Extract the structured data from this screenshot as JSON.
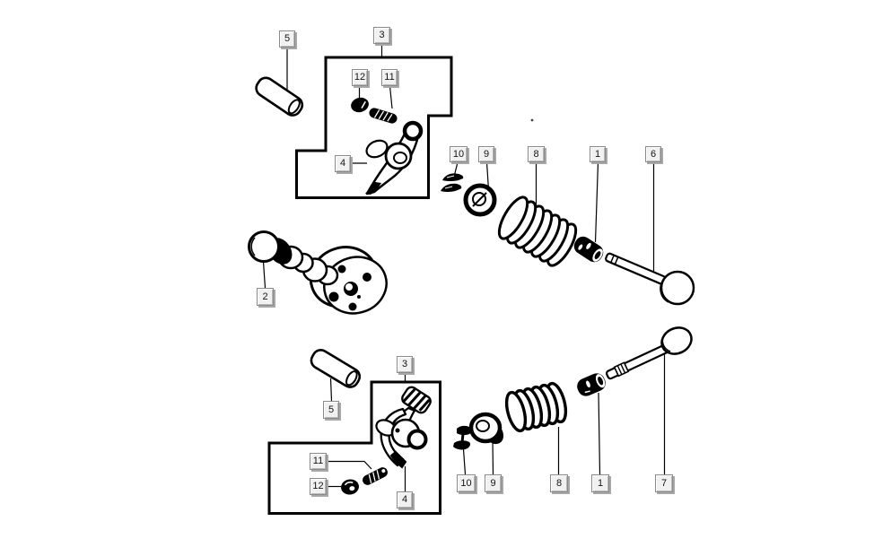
{
  "colors": {
    "background": "#ffffff",
    "line": "#000000",
    "callout_face": "#f1f1f1",
    "callout_shadow": "#a8a8a8",
    "callout_text": "#141414"
  },
  "callouts": [
    {
      "number": "5",
      "part": "rocker-shaft-pin-top"
    },
    {
      "number": "3",
      "part": "rocker-cover-outline-top"
    },
    {
      "number": "12",
      "part": "adjuster-nut-top"
    },
    {
      "number": "11",
      "part": "adjuster-screw-top"
    },
    {
      "number": "4",
      "part": "rocker-arm-top"
    },
    {
      "number": "10",
      "part": "valve-cotters-top"
    },
    {
      "number": "9",
      "part": "spring-retainer-top"
    },
    {
      "number": "8",
      "part": "valve-spring-top"
    },
    {
      "number": "1",
      "part": "valve-stem-seal-top"
    },
    {
      "number": "6",
      "part": "valve-top"
    },
    {
      "number": "2",
      "part": "camshaft"
    },
    {
      "number": "3",
      "part": "rocker-cover-outline-bottom"
    },
    {
      "number": "5",
      "part": "rocker-shaft-pin-bottom"
    },
    {
      "number": "11",
      "part": "adjuster-screw-bottom"
    },
    {
      "number": "12",
      "part": "adjuster-nut-bottom"
    },
    {
      "number": "4",
      "part": "rocker-arm-bottom"
    },
    {
      "number": "10",
      "part": "valve-cotters-bottom"
    },
    {
      "number": "9",
      "part": "spring-retainer-bottom"
    },
    {
      "number": "8",
      "part": "valve-spring-bottom"
    },
    {
      "number": "1",
      "part": "valve-stem-seal-bottom"
    },
    {
      "number": "7",
      "part": "valve-bottom"
    }
  ]
}
